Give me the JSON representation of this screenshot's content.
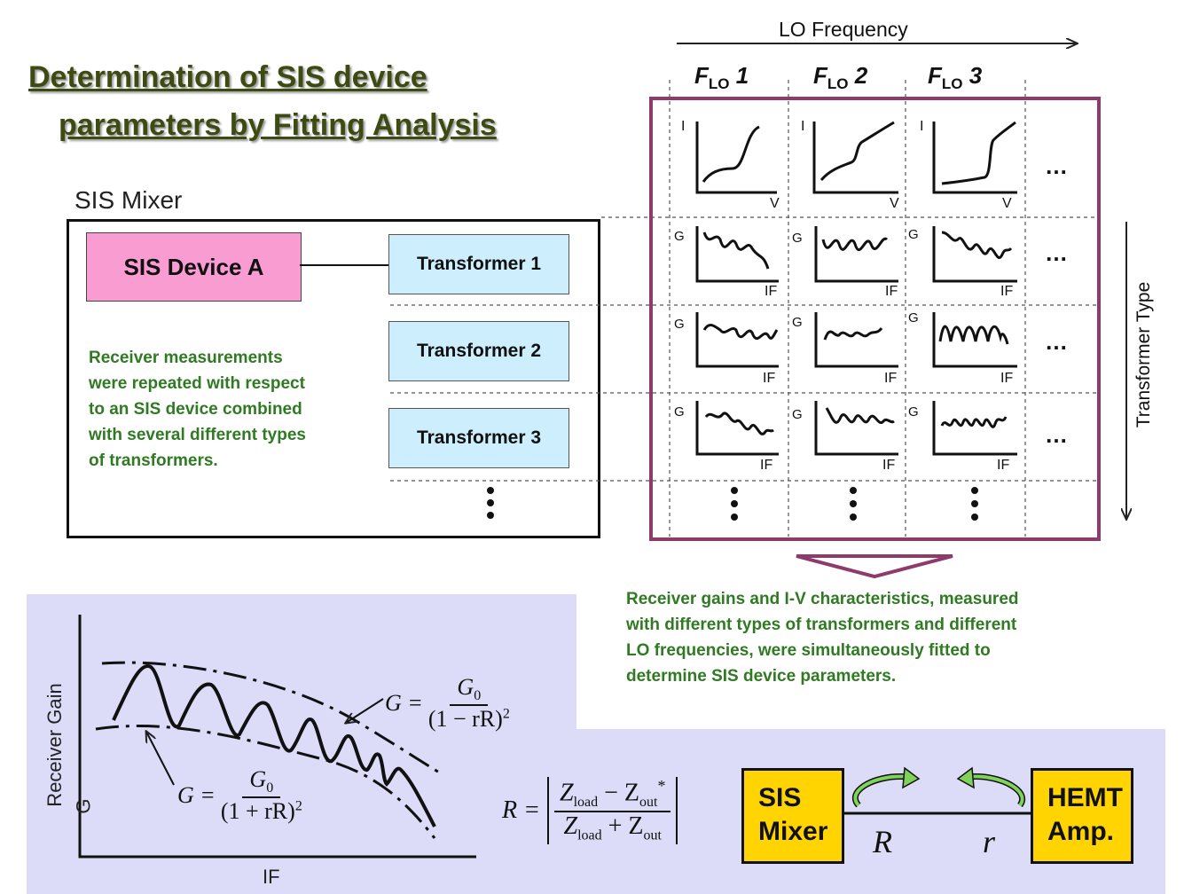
{
  "title": {
    "line1": "Determination of SIS device",
    "line2": "parameters by Fitting Analysis"
  },
  "mixer": {
    "label": "SIS Mixer",
    "device": "SIS Device A",
    "transformers": [
      "Transformer 1",
      "Transformer 2",
      "Transformer 3"
    ],
    "note": [
      "Receiver measurements",
      "were repeated with respect",
      "to an SIS device combined",
      "with several different types",
      "of transformers."
    ]
  },
  "grid": {
    "lo_frequency_label": "LO Frequency",
    "flo_labels": [
      {
        "f": "F",
        "sub": "LO",
        "n": " 1"
      },
      {
        "f": "F",
        "sub": "LO",
        "n": " 2"
      },
      {
        "f": "F",
        "sub": "LO",
        "n": " 3"
      }
    ],
    "transformer_type_label": "Transformer Type",
    "iv_axis": {
      "y": "I",
      "x": "V"
    },
    "gain_axis": {
      "y": "G",
      "x": "IF"
    },
    "ellipsis": "…"
  },
  "fit_note": [
    "Receiver gains and I-V characteristics, measured",
    "with different types of transformers and different",
    "LO frequencies, were simultaneously fitted to",
    "determine SIS device parameters."
  ],
  "gain_plot": {
    "ylabel": "Receiver Gain",
    "ysymbol": "G",
    "xlabel": "IF"
  },
  "formulas": {
    "upper": {
      "lhs": "G =",
      "num": "G",
      "num_sub": "0",
      "den": "(1 − rR)",
      "sup": "2"
    },
    "lower": {
      "lhs": "G =",
      "num": "G",
      "num_sub": "0",
      "den": "(1 + rR)",
      "sup": "2"
    },
    "reflection": {
      "lhs": "R =",
      "num": "Z",
      "num_sub1": "load",
      "op1": " − Z",
      "num_sub2": "out",
      "star": "*",
      "den": "Z",
      "den_sub1": "load",
      "op2": " + Z",
      "den_sub2": "out"
    }
  },
  "chain": {
    "mixer_line1": "SIS",
    "mixer_line2": "Mixer",
    "amp_line1": "HEMT",
    "amp_line2": "Amp.",
    "R": "R",
    "r": "r"
  },
  "colors": {
    "frame": "#8e3b6b",
    "green_text": "#2f7a22",
    "pink": "#f99cd2",
    "blue_box": "#cdeefc",
    "panel": "#dcdcf8",
    "yellow": "#ffd400"
  }
}
